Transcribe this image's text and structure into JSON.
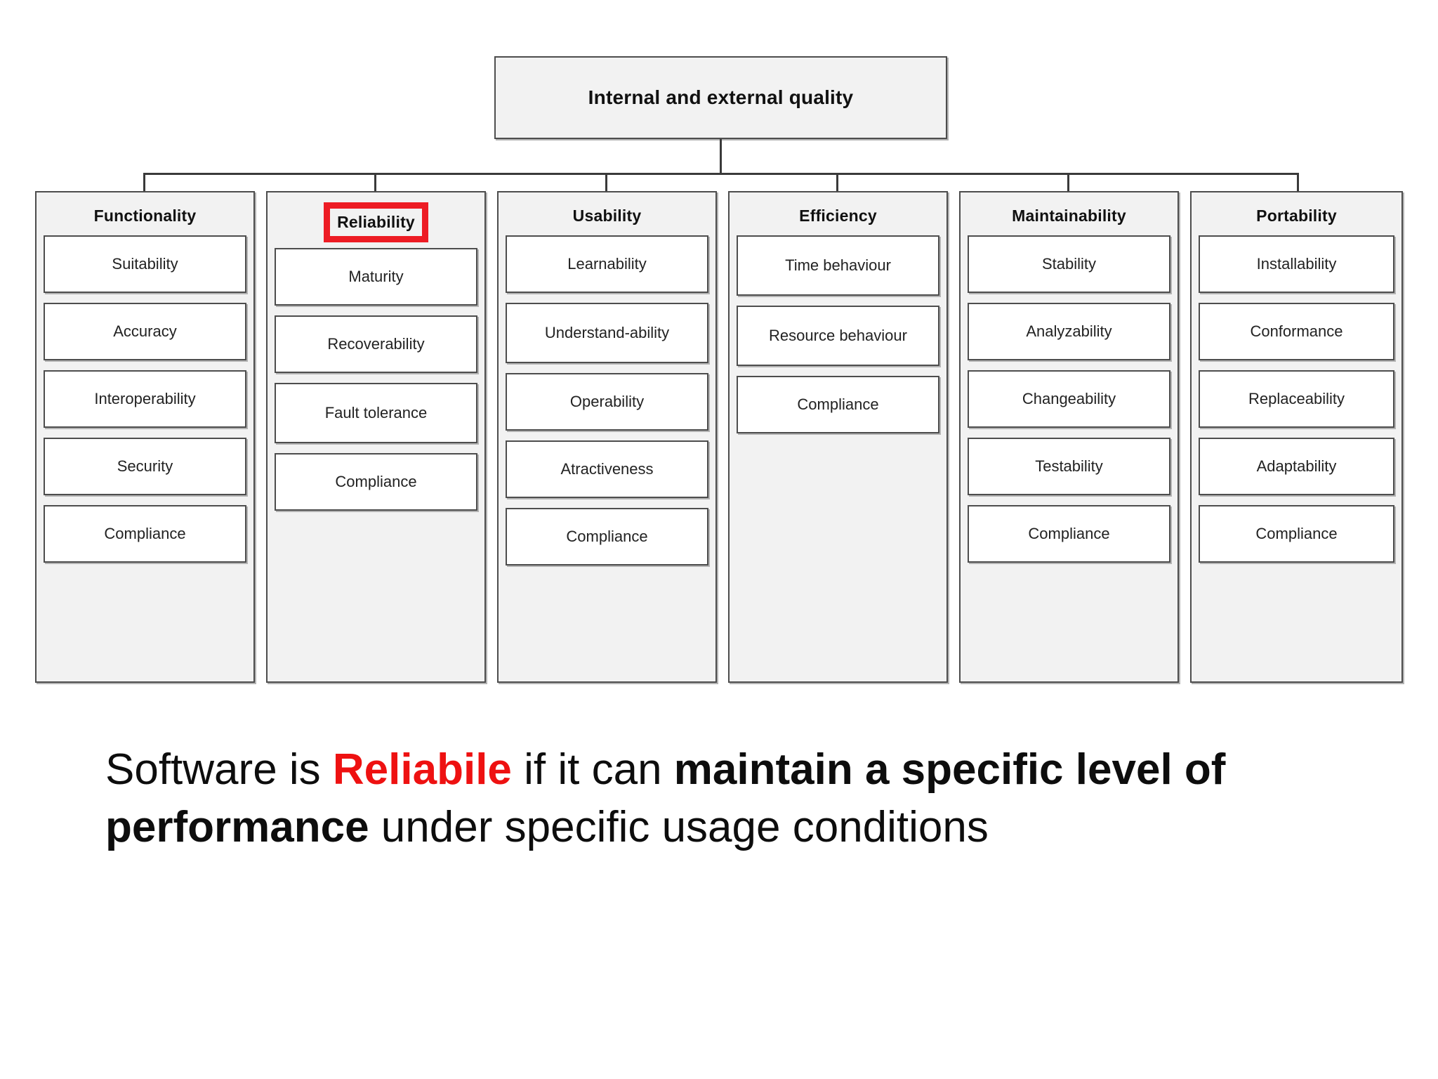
{
  "diagram": {
    "root": {
      "label": "Internal and external quality"
    },
    "highlight_color": "#ed1c24",
    "categories": [
      {
        "name": "Functionality",
        "highlighted": false,
        "items": [
          "Suitability",
          "Accuracy",
          "Interoperability",
          "Security",
          "Compliance"
        ]
      },
      {
        "name": "Reliability",
        "highlighted": true,
        "items": [
          "Maturity",
          "Recoverability",
          "Fault tolerance",
          "Compliance"
        ]
      },
      {
        "name": "Usability",
        "highlighted": false,
        "items": [
          "Learnability",
          "Understand-ability",
          "Operability",
          "Atractiveness",
          "Compliance"
        ]
      },
      {
        "name": "Efficiency",
        "highlighted": false,
        "items": [
          "Time behaviour",
          "Resource behaviour",
          "Compliance"
        ]
      },
      {
        "name": "Maintainability",
        "highlighted": false,
        "items": [
          "Stability",
          "Analyzability",
          "Changeability",
          "Testability",
          "Compliance"
        ]
      },
      {
        "name": "Portability",
        "highlighted": false,
        "items": [
          "Installability",
          "Conformance",
          "Replaceability",
          "Adaptability",
          "Compliance"
        ]
      }
    ]
  },
  "caption": {
    "part1": "Software is ",
    "emphasis_red": "Reliabile",
    "part2": " if it can ",
    "emphasis_bold": "maintain a specific level of performance",
    "part3": " under specific usage conditions"
  }
}
